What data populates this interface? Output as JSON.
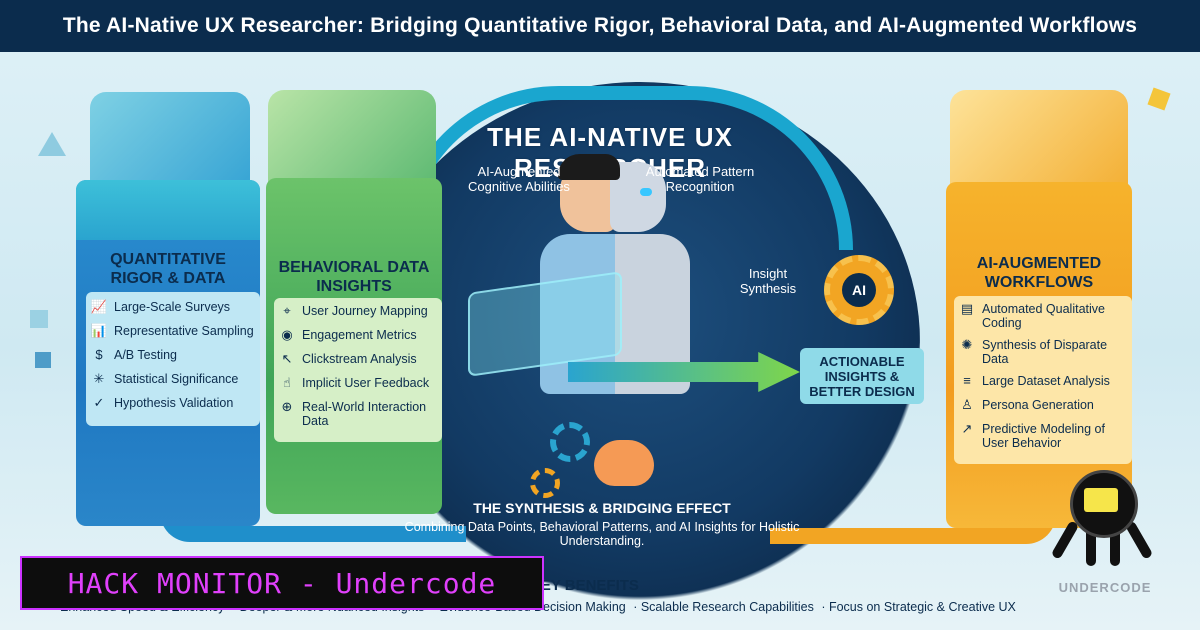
{
  "banner": {
    "title": "The AI-Native UX Researcher: Bridging Quantitative Rigor, Behavioral Data, and AI-Augmented Workflows"
  },
  "center": {
    "arc_title": "THE AI-NATIVE UX RESEARCHER",
    "label_left": "AI-Augmented Cognitive Abilities",
    "label_right": "Automated Pattern Recognition",
    "label_insight": "Insight Synthesis",
    "gear_label": "AI",
    "outcome": "ACTIONABLE INSIGHTS & BETTER DESIGN",
    "synthesis_title": "THE SYNTHESIS & BRIDGING EFFECT",
    "synthesis_sub": "Combining Data Points, Behavioral Patterns, and AI Insights for Holistic Understanding."
  },
  "columns": {
    "quant": {
      "title": "QUANTITATIVE RIGOR & DATA",
      "items": [
        {
          "icon": "chart-icon",
          "glyph": "📈",
          "label": "Large-Scale Surveys"
        },
        {
          "icon": "bar-icon",
          "glyph": "📊",
          "label": "Representative Sampling"
        },
        {
          "icon": "dollar-chart-icon",
          "glyph": "$",
          "label": "A/B Testing"
        },
        {
          "icon": "burst-icon",
          "glyph": "✳",
          "label": "Statistical Significance"
        },
        {
          "icon": "check-icon",
          "glyph": "✓",
          "label": "Hypothesis Validation"
        }
      ]
    },
    "behavior": {
      "title": "BEHAVIORAL DATA INSIGHTS",
      "items": [
        {
          "icon": "pin-icon",
          "glyph": "⌖",
          "label": "User Journey Mapping"
        },
        {
          "icon": "eye-icon",
          "glyph": "◉",
          "label": "Engagement Metrics"
        },
        {
          "icon": "cursor-icon",
          "glyph": "↖",
          "label": "Clickstream Analysis"
        },
        {
          "icon": "hand-icon",
          "glyph": "☝",
          "label": "Implicit User Feedback"
        },
        {
          "icon": "globe-icon",
          "glyph": "⊕",
          "label": "Real-World Interaction Data"
        }
      ]
    },
    "ai": {
      "title": "AI-AUGMENTED WORKFLOWS",
      "items": [
        {
          "icon": "document-icon",
          "glyph": "▤",
          "label": "Automated Qualitative Coding"
        },
        {
          "icon": "spark-icon",
          "glyph": "✺",
          "label": "Synthesis of Disparate Data"
        },
        {
          "icon": "database-icon",
          "glyph": "≡",
          "label": "Large Dataset Analysis"
        },
        {
          "icon": "person-icon",
          "glyph": "♙",
          "label": "Persona Generation"
        },
        {
          "icon": "trend-icon",
          "glyph": "↗",
          "label": "Predictive Modeling of User Behavior"
        }
      ]
    }
  },
  "benefits": {
    "title": "KEY BENEFITS",
    "items": [
      "Enhanced Speed & Efficiency",
      "Deeper & More Nuanced Insights",
      "Evidence-Based Decision Making",
      "Scalable Research Capabilities",
      "Focus on Strategic & Creative UX"
    ]
  },
  "watermark": {
    "hack_monitor": "HACK MONITOR - Undercode",
    "brand": "UNDERCODE"
  },
  "colors": {
    "navy": "#0b2c4d",
    "blue": "#1f8fcb",
    "green": "#4fb36a",
    "orange": "#f2a523"
  }
}
